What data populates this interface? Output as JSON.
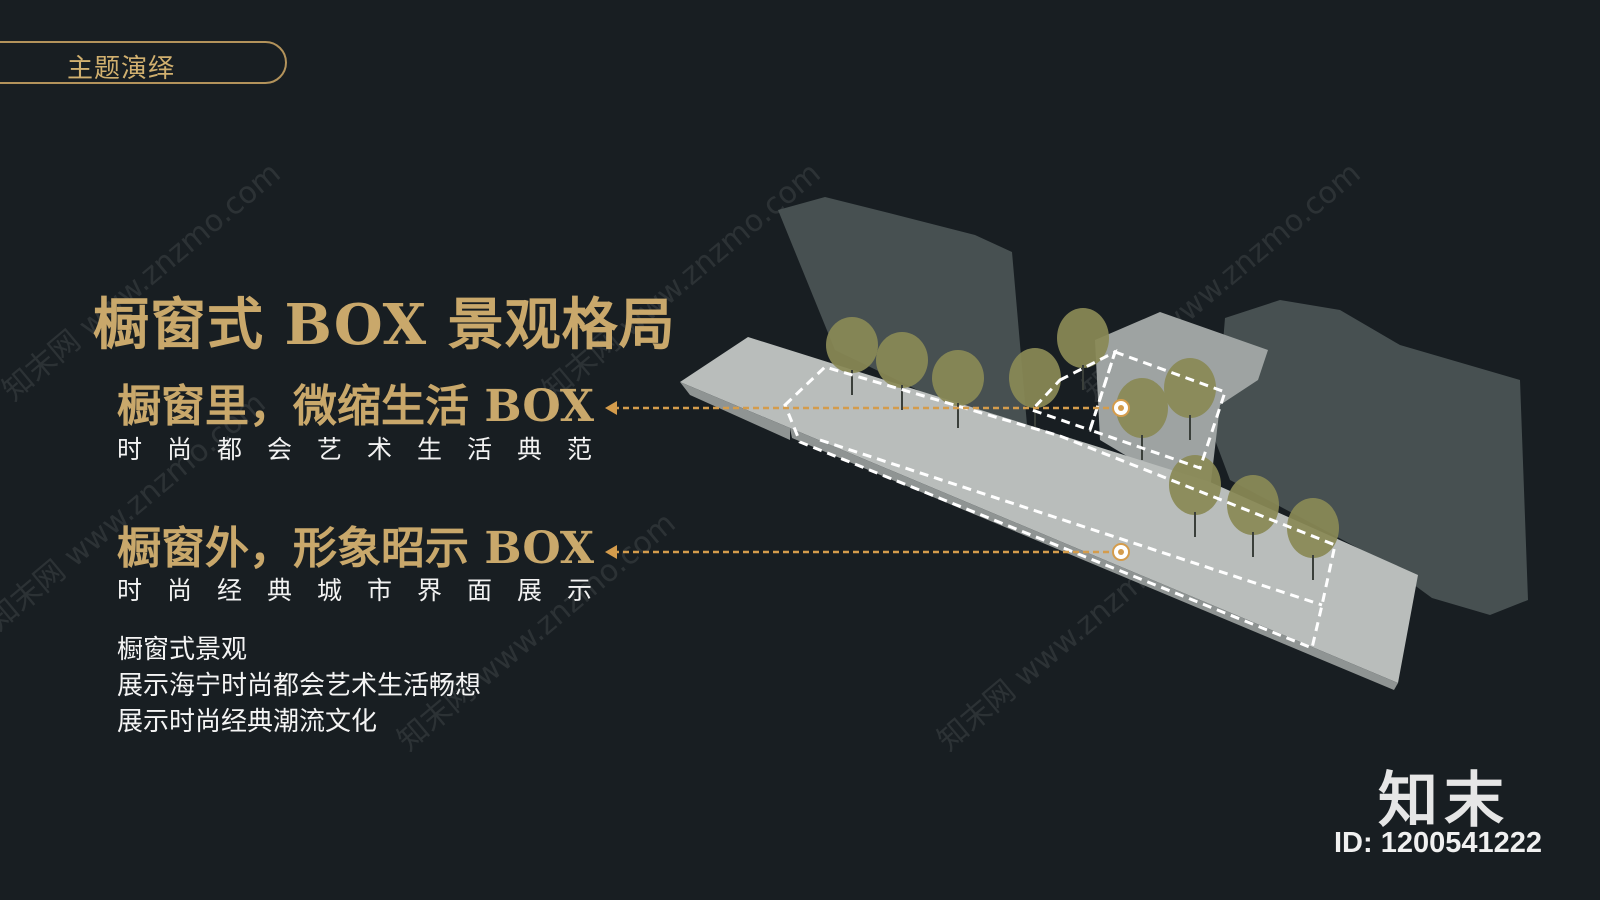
{
  "section_tag": "主题演绎",
  "main_title": "橱窗式 BOX 景观格局",
  "boxes": [
    {
      "heading": "橱窗里，微缩生活 BOX",
      "subtitle": "时尚都会艺术生活典范"
    },
    {
      "heading": "橱窗外，形象昭示 BOX",
      "subtitle": "时尚经典城市界面展示"
    }
  ],
  "description": [
    "橱窗式景观",
    "展示海宁时尚都会艺术生活畅想",
    "展示时尚经典潮流文化"
  ],
  "logo": "知末",
  "asset_id": "ID: 1200541222",
  "watermark": "知末网 www.znzmo.com",
  "colors": {
    "background": "#181e22",
    "gold": "#c9a86b",
    "callout": "#d49c4c",
    "building": "#4a5354",
    "site": "#b9bdbb",
    "tree": "#8a8a56"
  },
  "icons": [
    "callout-dot-icon",
    "arrow-left-icon"
  ]
}
